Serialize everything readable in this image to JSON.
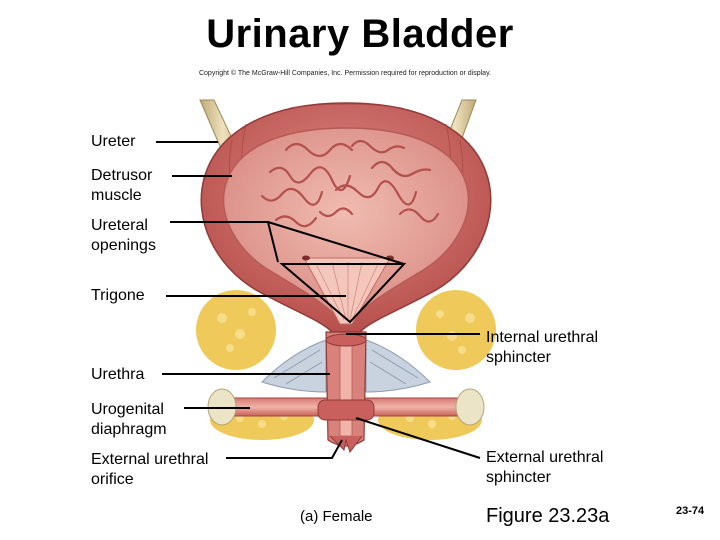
{
  "title": "Urinary Bladder",
  "copyright": "Copyright © The McGraw-Hill Companies, Inc. Permission required for reproduction or display.",
  "labels": {
    "ureter": "Ureter",
    "detrusor": "Detrusor\nmuscle",
    "ureteral_openings": "Ureteral\nopenings",
    "trigone": "Trigone",
    "urethra": "Urethra",
    "urogenital_diaphragm": "Urogenital\ndiaphragm",
    "external_orifice": "External urethral\norifice",
    "internal_sphincter": "Internal urethral\nsphincter",
    "external_sphincter": "External urethral\nsphincter"
  },
  "captions": {
    "panel": "(a) Female",
    "figure": "Figure 23.23a",
    "page": "23-74"
  },
  "colors": {
    "muscle": "#c9605d",
    "mucosa": "#e39f95",
    "fold": "#b4504c",
    "fat": "#efc95a",
    "ureter": "#d8c79a",
    "leader": "#000000"
  }
}
